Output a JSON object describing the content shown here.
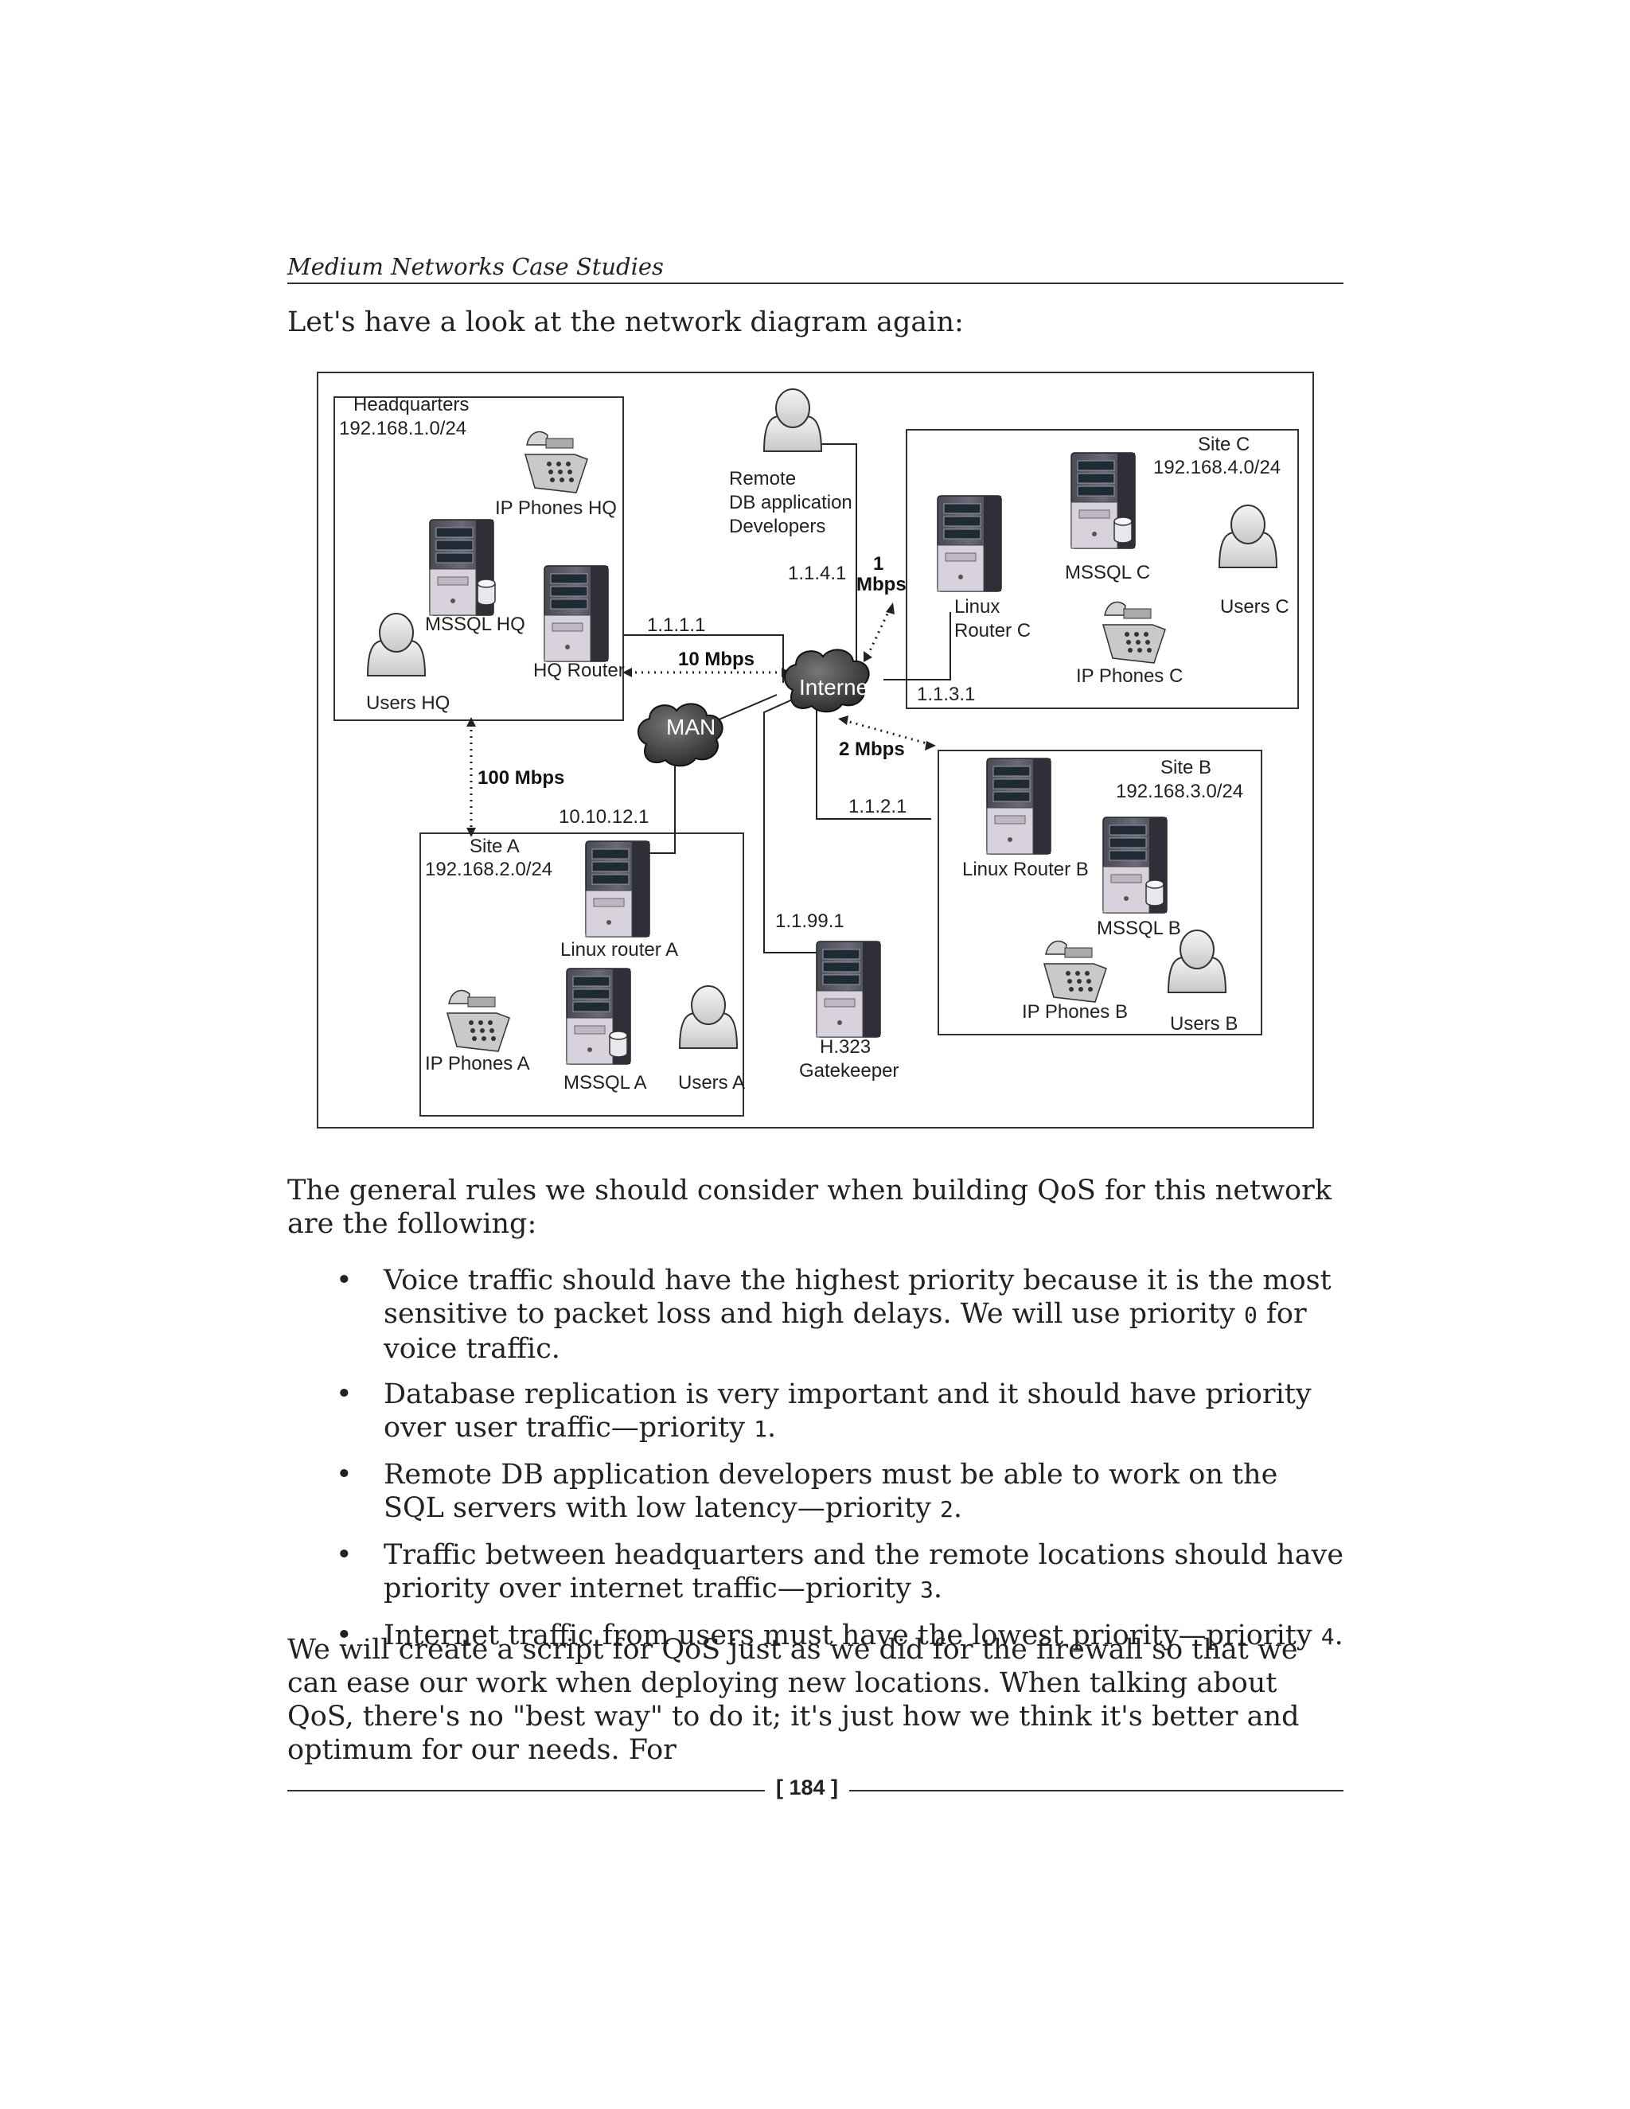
{
  "running_head": "Medium Networks Case Studies",
  "intro": "Let's have a look at the network diagram again:",
  "diagram": {
    "hq_title": "Headquarters",
    "hq_subnet": "192.168.1.0/24",
    "ip_phones_hq": "IP Phones HQ",
    "mssql_hq": "MSSQL HQ",
    "hq_router": "HQ Router",
    "users_hq": "Users HQ",
    "remote_1": "Remote",
    "remote_2": "DB application",
    "remote_3": "Developers",
    "ip_1141": "1.1.4.1",
    "bw_1_a": "1",
    "bw_1_b": "Mbps",
    "ip_1111": "1.1.1.1",
    "bw_10": "10 Mbps",
    "internet": "Internet",
    "man": "MAN",
    "ip_1131": "1.1.3.1",
    "bw_2": "2 Mbps",
    "site_c_title": "Site C",
    "site_c_subnet": "192.168.4.0/24",
    "mssql_c": "MSSQL C",
    "users_c": "Users C",
    "linux_router_c_1": "Linux",
    "linux_router_c_2": "Router C",
    "ip_phones_c": "IP Phones C",
    "bw_100": "100 Mbps",
    "ip_1010121": "10.10.12.1",
    "ip_1121": "1.1.2.1",
    "site_b_title": "Site B",
    "site_b_subnet": "192.168.3.0/24",
    "linux_router_b": "Linux Router B",
    "mssql_b": "MSSQL B",
    "ip_phones_b": "IP Phones B",
    "users_b": "Users B",
    "site_a_title": "Site A",
    "site_a_subnet": "192.168.2.0/24",
    "linux_router_a": "Linux router A",
    "ip_11991": "1.1.99.1",
    "h323_1": "H.323",
    "h323_2": "Gatekeeper",
    "ip_phones_a": "IP Phones A",
    "mssql_a": "MSSQL A",
    "users_a": "Users A"
  },
  "para1": "The general rules we should consider when building QoS for this network are the following:",
  "bullets": [
    {
      "pre": "Voice traffic should have the highest priority because it is the most sensitive to packet loss and high delays. We will use priority ",
      "code": "0",
      "post": " for voice traffic."
    },
    {
      "pre": "Database replication is very important and it should have priority over user traffic—priority ",
      "code": "1",
      "post": "."
    },
    {
      "pre": "Remote DB application developers must be able to work on the SQL servers with low latency—priority ",
      "code": "2",
      "post": "."
    },
    {
      "pre": "Traffic between headquarters and the remote locations should have priority over internet traffic—priority ",
      "code": "3",
      "post": "."
    },
    {
      "pre": "Internet traffic from users must have the lowest priority—priority ",
      "code": "4",
      "post": "."
    }
  ],
  "bullet_symbol": "•",
  "para2": "We will create a script for QoS just as we did for the firewall so that we can ease our work when deploying new locations. When talking about QoS, there's no \"best way\" to do it; it's just how we think it's better and optimum for our needs. For",
  "page_number": "[ 184 ]"
}
